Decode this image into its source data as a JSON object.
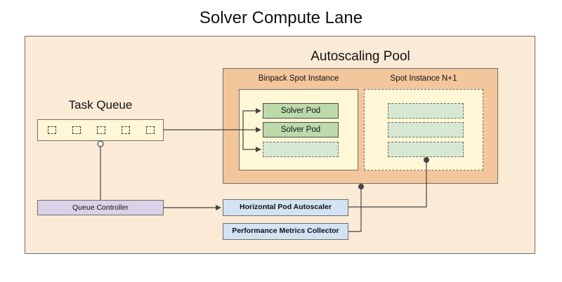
{
  "title": "Solver Compute Lane",
  "autoscaling_pool": {
    "title": "Autoscaling Pool",
    "instances": [
      {
        "label": "Binpack Spot Instance",
        "pods": [
          "Solver Pod",
          "Solver Pod",
          ""
        ]
      },
      {
        "label": "Spot Instance N+1",
        "pods": [
          "",
          "",
          ""
        ]
      }
    ]
  },
  "task_queue": {
    "title": "Task Queue",
    "slot_count": 5
  },
  "queue_controller": {
    "label": "Queue Controller"
  },
  "hpa": {
    "label": "Horizontal Pod Autoscaler"
  },
  "metrics_collector": {
    "label": "Performance Metrics Collector"
  },
  "colors": {
    "lane_bg": "#fbebd6",
    "pool_bg": "#f4c69c",
    "instance_bg": "#fff7d6",
    "pod_bg": "#bcdaaa",
    "empty_pod_bg": "#d7e8d2",
    "controller_bg": "#dad2e8",
    "autoscaler_bg": "#d4e3f4"
  }
}
